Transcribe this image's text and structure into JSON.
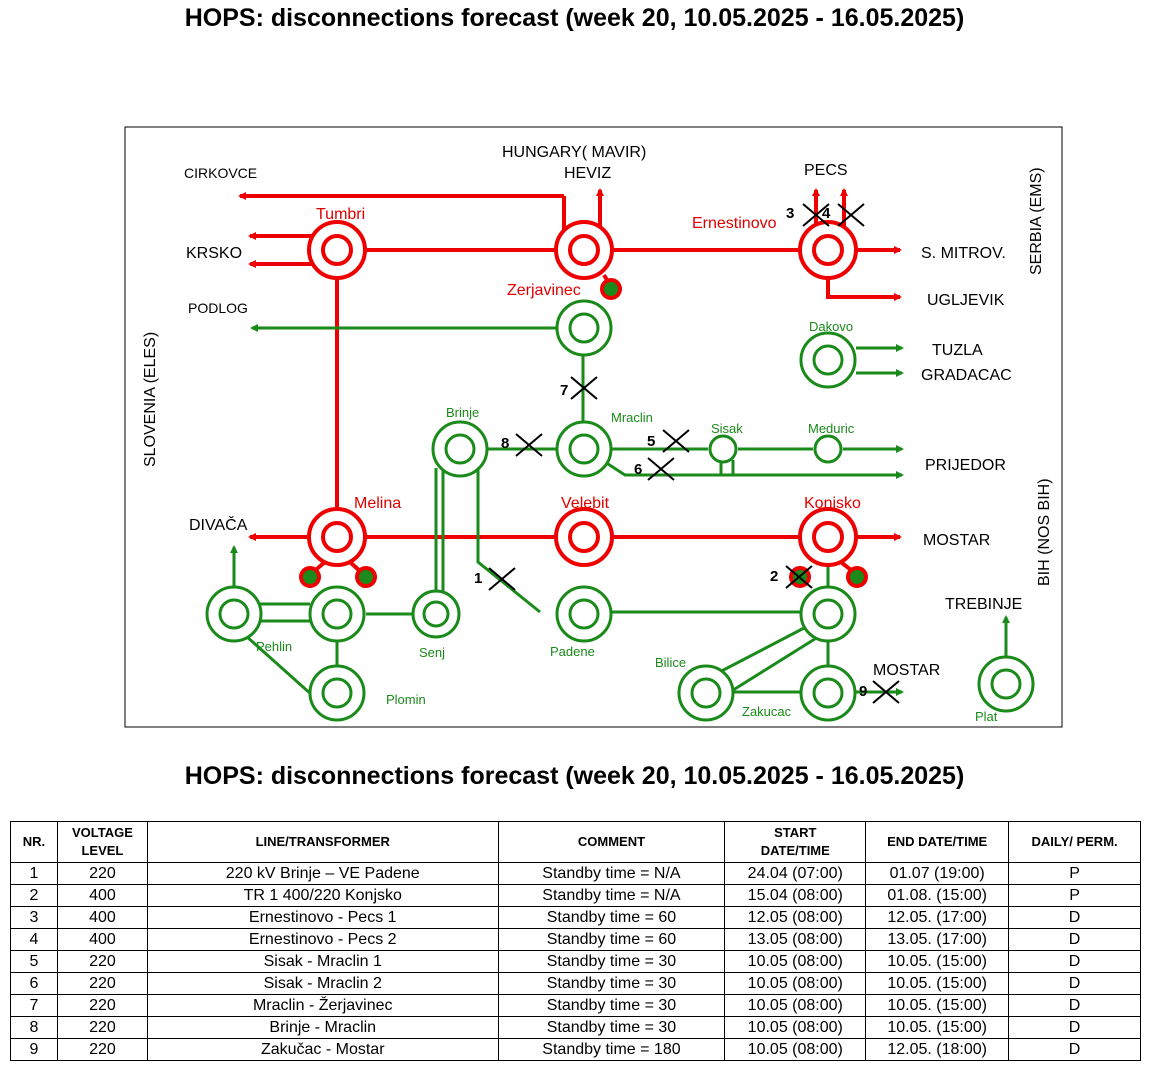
{
  "title": "HOPS: disconnections forecast (week 20, 10.05.2025 - 16.05.2025)",
  "map": {
    "labels": {
      "hungary": "HUNGARY( MAVIR)",
      "heviz": "HEVIZ",
      "pecs": "PECS",
      "serbia": "SERBIA (EMS)",
      "s_mitrov": "S. MITROV.",
      "ugljevik": "UGLJEVIK",
      "tuzla": "TUZLA",
      "gradacac": "GRADACAC",
      "prijedor": "PRIJEDOR",
      "bih": "BIH (NOS BIH)",
      "mostar_400": "MOSTAR",
      "trebinje": "TREBINJE",
      "mostar_220": "MOSTAR",
      "cirkovce": "CIRKOVCE",
      "krsko": "KRSKO",
      "podlog": "PODLOG",
      "slovenia": "SLOVENIA (ELES)",
      "divaca": "DIVAČA"
    },
    "stations_400": {
      "tumbri": "Tumbri",
      "zerjavinec": "Zerjavinec",
      "ernestinovo": "Ernestinovo",
      "melina": "Melina",
      "velebit": "Velebit",
      "konjsko": "Konjsko"
    },
    "stations_220": {
      "dakovo": "Dakovo",
      "brinje": "Brinje",
      "mraclin": "Mraclin",
      "sisak": "Sisak",
      "meduric": "Meduric",
      "pehlin": "Pehlin",
      "senj": "Senj",
      "plomin": "Plomin",
      "padene": "Padene",
      "bilice": "Bilice",
      "zakucac": "Zakucac",
      "plat": "Plat"
    },
    "outage_numbers": [
      "1",
      "2",
      "3",
      "4",
      "5",
      "6",
      "7",
      "8",
      "9"
    ],
    "colors": {
      "line_400": "#ee0000",
      "line_220": "#1a8a1a",
      "marker": "#000000"
    }
  },
  "table": {
    "headers": [
      "NR.",
      "VOLTAGE LEVEL",
      "LINE/TRANSFORMER",
      "COMMENT",
      "START DATE/TIME",
      "END DATE/TIME",
      "DAILY/ PERM."
    ],
    "rows": [
      [
        "1",
        "220",
        "220 kV Brinje – VE Padene",
        "Standby time = N/A",
        "24.04 (07:00)",
        "01.07 (19:00)",
        "P"
      ],
      [
        "2",
        "400",
        "TR 1 400/220 Konjsko",
        "Standby time = N/A",
        "15.04 (08:00)",
        "01.08. (15:00)",
        "P"
      ],
      [
        "3",
        "400",
        "Ernestinovo - Pecs 1",
        "Standby time = 60",
        "12.05 (08:00)",
        "12.05. (17:00)",
        "D"
      ],
      [
        "4",
        "400",
        "Ernestinovo - Pecs 2",
        "Standby time = 60",
        "13.05 (08:00)",
        "13.05. (17:00)",
        "D"
      ],
      [
        "5",
        "220",
        "Sisak - Mraclin 1",
        "Standby time = 30",
        "10.05 (08:00)",
        "10.05. (15:00)",
        "D"
      ],
      [
        "6",
        "220",
        "Sisak - Mraclin 2",
        "Standby time = 30",
        "10.05 (08:00)",
        "10.05. (15:00)",
        "D"
      ],
      [
        "7",
        "220",
        "Mraclin - Žerjavinec",
        "Standby time = 30",
        "10.05 (08:00)",
        "10.05. (15:00)",
        "D"
      ],
      [
        "8",
        "220",
        "Brinje - Mraclin",
        "Standby time = 30",
        "10.05 (08:00)",
        "10.05. (15:00)",
        "D"
      ],
      [
        "9",
        "220",
        "Zakučac - Mostar",
        "Standby time = 180",
        "10.05 (08:00)",
        "12.05. (18:00)",
        "D"
      ]
    ]
  }
}
